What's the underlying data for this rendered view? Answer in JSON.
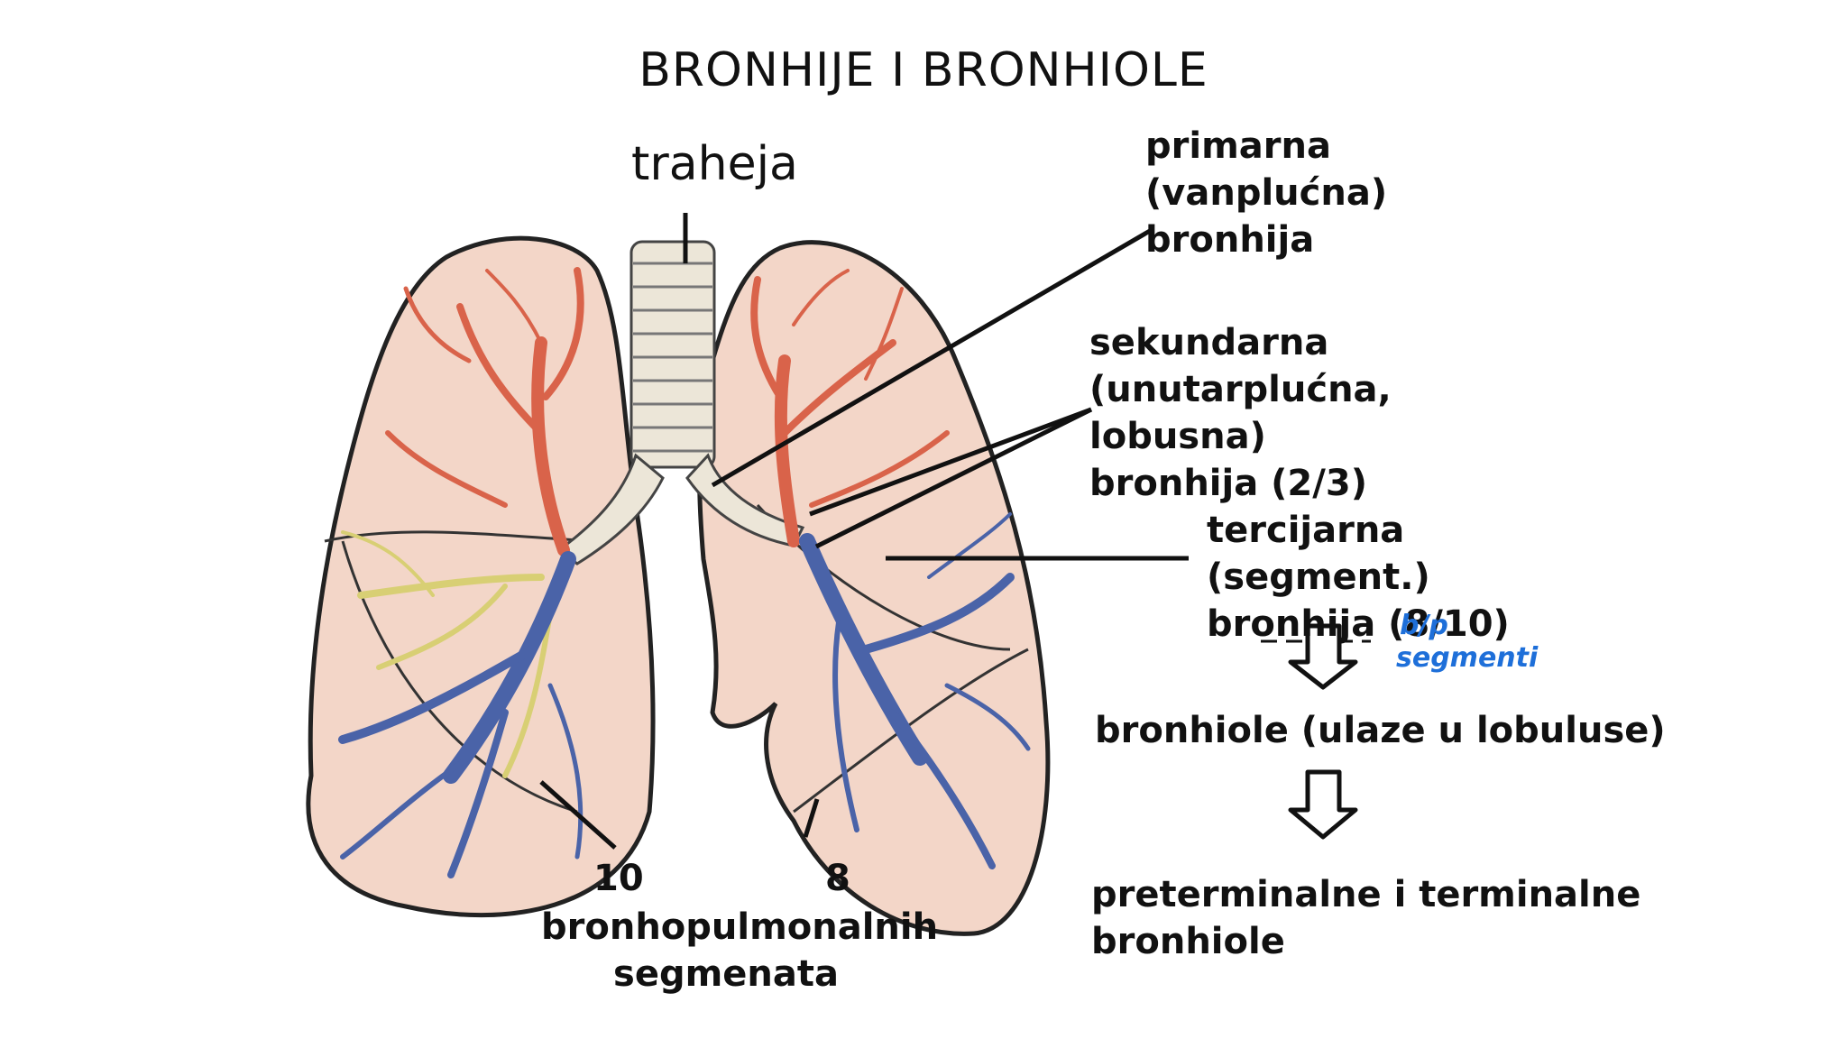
{
  "title": "BRONHIJE I BRONHIOLE",
  "labels": {
    "trachea": "traheja",
    "primary": [
      "primarna",
      "(vanplućna)",
      "bronhija"
    ],
    "secondary": [
      "sekundarna",
      "(unutarplućna,",
      "lobusna)",
      "bronhija (2/3)"
    ],
    "tertiary": [
      "tercijarna",
      "(segment.)",
      "bronhija (8/10)"
    ],
    "tertiary_note": [
      "b/p",
      "segmenti"
    ],
    "bronchioles": "bronhiole (ulaze u lobuluse)",
    "terminal": [
      "preterminalne i terminalne",
      "bronhiole"
    ],
    "left_count": "10",
    "right_count": "8",
    "segments": [
      "bronhopulmonalnih",
      "segmenata"
    ]
  },
  "colors": {
    "lung_fill": "#f3d6c8",
    "lung_outline": "#222222",
    "upper_bronchi": "#d9634a",
    "lower_bronchi": "#4a63a8",
    "middle_bronchi": "#d8cf74",
    "trachea": "#ece6d8",
    "note": "#1e6fd9"
  }
}
